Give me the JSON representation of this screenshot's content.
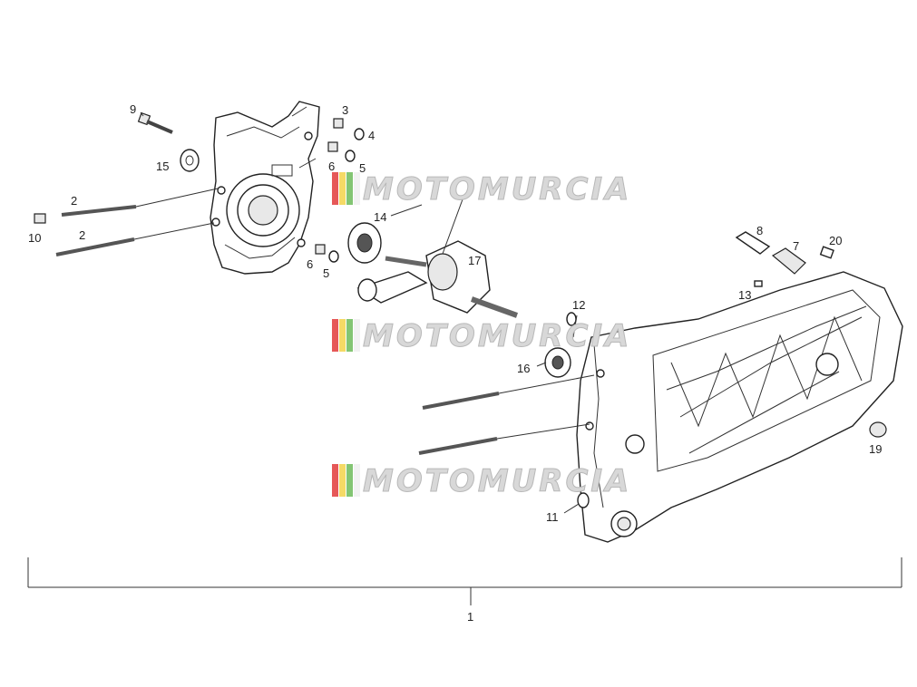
{
  "watermark": {
    "text": "MOTOMURCIA",
    "stripe_colors": [
      "#e23b3b",
      "#f3d34a",
      "#6dbb5a",
      "#f0f0f0",
      "#999999"
    ]
  },
  "callouts": [
    {
      "id": "c9",
      "label": "9"
    },
    {
      "id": "c3",
      "label": "3"
    },
    {
      "id": "c4",
      "label": "4"
    },
    {
      "id": "c6a",
      "label": "6"
    },
    {
      "id": "c5a",
      "label": "5"
    },
    {
      "id": "c15",
      "label": "15"
    },
    {
      "id": "c2a",
      "label": "2"
    },
    {
      "id": "c2b",
      "label": "2"
    },
    {
      "id": "c10",
      "label": "10"
    },
    {
      "id": "c14",
      "label": "14"
    },
    {
      "id": "c6b",
      "label": "6"
    },
    {
      "id": "c5b",
      "label": "5"
    },
    {
      "id": "c17",
      "label": "17"
    },
    {
      "id": "c8",
      "label": "8"
    },
    {
      "id": "c7",
      "label": "7"
    },
    {
      "id": "c20",
      "label": "20"
    },
    {
      "id": "c13",
      "label": "13"
    },
    {
      "id": "c12",
      "label": "12"
    },
    {
      "id": "c16",
      "label": "16"
    },
    {
      "id": "c19",
      "label": "19"
    },
    {
      "id": "c11",
      "label": "11"
    },
    {
      "id": "c1",
      "label": "1"
    }
  ]
}
